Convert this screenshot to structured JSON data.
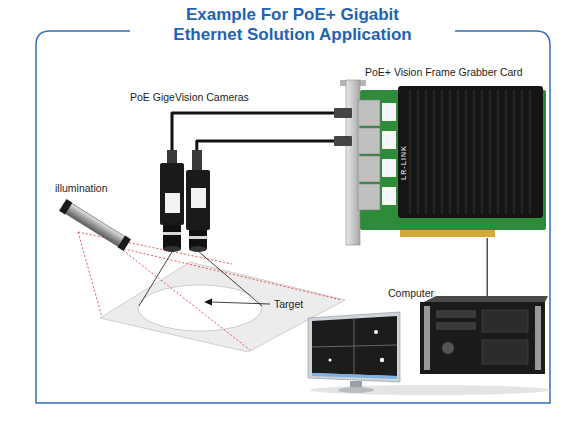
{
  "diagram": {
    "title": "Example For PoE+ Gigabit Ethernet Solution Application",
    "nodes": [
      {
        "text": [
          "PoE+ Vision Frame Grabber Card"
        ]
      },
      {
        "text": [
          "PoE GigeVision Cameras"
        ]
      },
      {
        "text": [
          "Computer"
        ]
      }
    ],
    "edges": [
      {
        "from": 1,
        "to": 0,
        "arrow": "none"
      },
      {
        "from": 1,
        "to": 0,
        "arrow": "none"
      },
      {
        "from": 0,
        "to": 2,
        "arrow": "none"
      }
    ],
    "labels": [
      "illumination",
      "Target",
      "LR-LINK"
    ]
  }
}
